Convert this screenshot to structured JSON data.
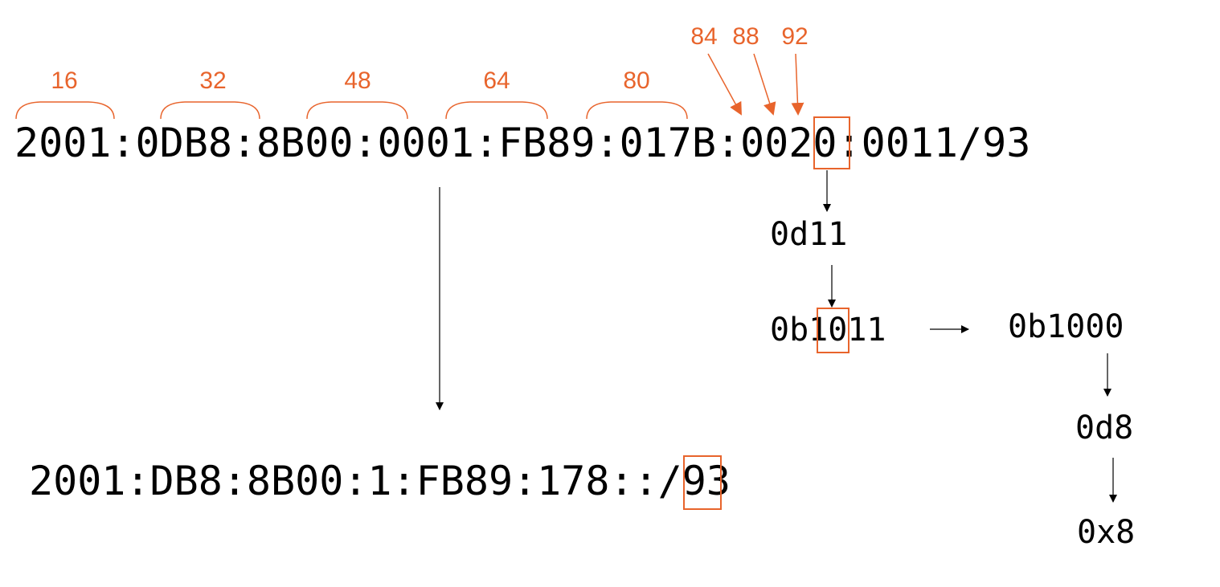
{
  "address": {
    "full": "2001:0DB8:8B00:0001:FB89:017B:0020:0011/93",
    "compressed": "2001:DB8:8B00:1:FB89:178::/93"
  },
  "bit_labels": {
    "groups": [
      "16",
      "32",
      "48",
      "64",
      "80"
    ],
    "nibbles": [
      "84",
      "88",
      "92"
    ]
  },
  "conversion": {
    "decimal": "0d11",
    "binary": "0b1011",
    "masked_binary": "0b1000",
    "masked_decimal": "0d8",
    "masked_hex": "0x8"
  },
  "colors": {
    "highlight": "#e8642c",
    "text": "#000000",
    "background": "#ffffff"
  }
}
